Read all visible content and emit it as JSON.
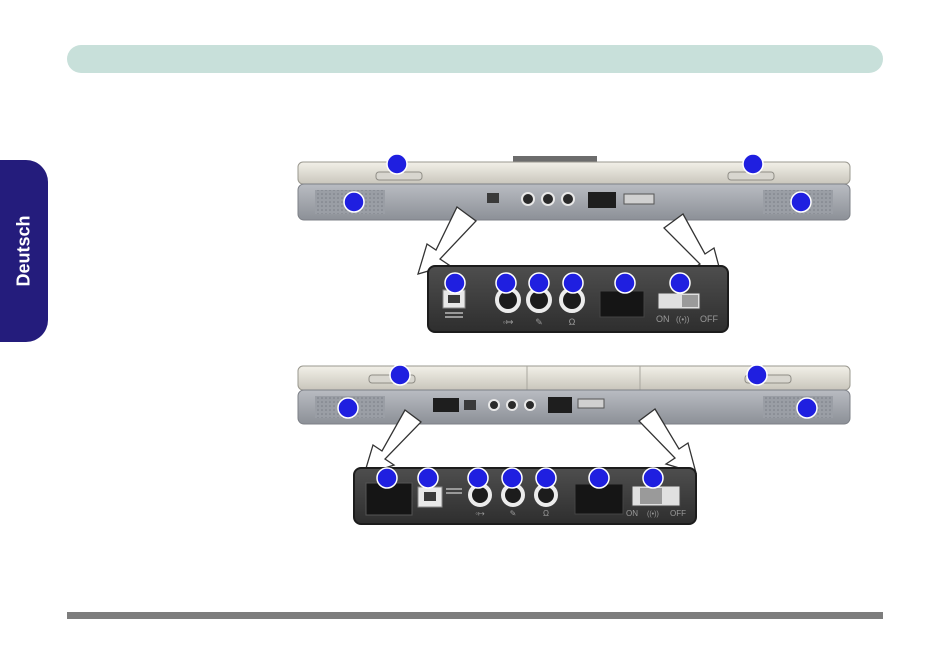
{
  "header": {
    "color": "#c8e0da"
  },
  "side_tab": {
    "label": "Deutsch",
    "color": "#241c7c"
  },
  "figure1": {
    "port_labels": {
      "jack1": "◦↦",
      "jack2": "✎",
      "jack3": "Ω",
      "switch_on": "ON",
      "switch_off": "OFF",
      "switch_icon": "((•))"
    }
  },
  "figure2": {
    "port_labels": {
      "jack1": "◦↦",
      "jack2": "✎",
      "jack3": "Ω",
      "switch_on": "ON",
      "switch_off": "OFF",
      "switch_icon": "((•))"
    }
  },
  "marker_color": "#1f1fe0",
  "footer": {
    "rule_color": "#7d7d7d"
  }
}
